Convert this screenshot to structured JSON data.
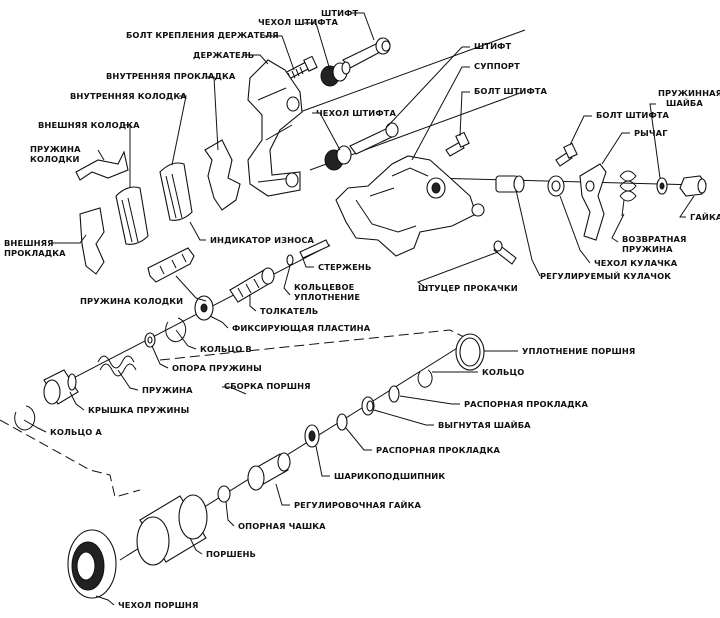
{
  "labels": {
    "chekhol_shtifta_top": "ЧЕХОЛ ШТИФТА",
    "shtift_top": "ШТИФТ",
    "bolt_krepleniya": "БОЛТ КРЕПЛЕНИЯ ДЕРЖАТЕЛЯ",
    "derzhatel": "ДЕРЖАТЕЛЬ",
    "vnutrennyaya_prokladka": "ВНУТРЕННЯЯ ПРОКЛАДКА",
    "vnutrennyaya_kolodka": "ВНУТРЕННЯЯ КОЛОДКА",
    "vneshnyaya_kolodka": "ВНЕШНЯЯ КОЛОДКА",
    "pruzhina_kolodki_top": "ПРУЖИНА КОЛОДКИ",
    "vneshnyaya_prokladka": "ВНЕШНЯЯ ПРОКЛАДКА",
    "shtift_mid": "ШТИФТ",
    "support": "СУППОРТ",
    "bolt_shtifta_mid": "БОЛТ ШТИФТА",
    "chekhol_shtifta_mid": "ЧЕХОЛ ШТИФТА",
    "bolt_shtifta_right": "БОЛТ ШТИФТА",
    "rychag": "РЫЧАГ",
    "pruzhinnaya_shayba": "ПРУЖИННАЯ ШАЙБА",
    "gayka": "ГАЙКА",
    "indikator": "ИНДИКАТОР ИЗНОСА",
    "sterzhen": "СТЕРЖЕНЬ",
    "kolcevoe": "КОЛЬЦЕВОЕ УПЛОТНЕНИЕ",
    "shtucer": "ШТУЦЕР ПРОКАЧКИ",
    "reguliruemyy": "РЕГУЛИРУЕМЫЙ КУЛАЧОК",
    "chekhol_kulachka": "ЧЕХОЛ КУЛАЧКА",
    "vozvratnaya": "ВОЗВРАТНАЯ ПРУЖИНА",
    "pruzhina_kolodki_bottom": "ПРУЖИНА КОЛОДКИ",
    "tolkatel": "ТОЛКАТЕЛЬ",
    "fiksiruyushchaya": "ФИКСИРУЮЩАЯ ПЛАСТИНА",
    "kolco_v": "КОЛЬЦО В",
    "opora": "ОПОРА ПРУЖИНЫ",
    "pruzhina": "ПРУЖИНА",
    "kryshka": "КРЫШКА ПРУЖИНЫ",
    "kolco_a": "КОЛЬЦО А",
    "uplotnenie_porshnya": "УПЛОТНЕНИЕ ПОРШНЯ",
    "kolco": "КОЛЬЦО",
    "sborka_porshnya": "СБОРКА ПОРШНЯ",
    "raspornaya_1": "РАСПОРНАЯ ПРОКЛАДКА",
    "vygnutaya": "ВЫГНУТАЯ ШАЙБА",
    "raspornaya_2": "РАСПОРНАЯ ПРОКЛАДКА",
    "sharikopodshipnik": "ШАРИКОПОДШИПНИК",
    "regulirovochnaya": "РЕГУЛИРОВОЧНАЯ ГАЙКА",
    "opornaya": "ОПОРНАЯ ЧАШКА",
    "porshen": "ПОРШЕНЬ",
    "chekhol_porshnya": "ЧЕХОЛ ПОРШНЯ"
  }
}
